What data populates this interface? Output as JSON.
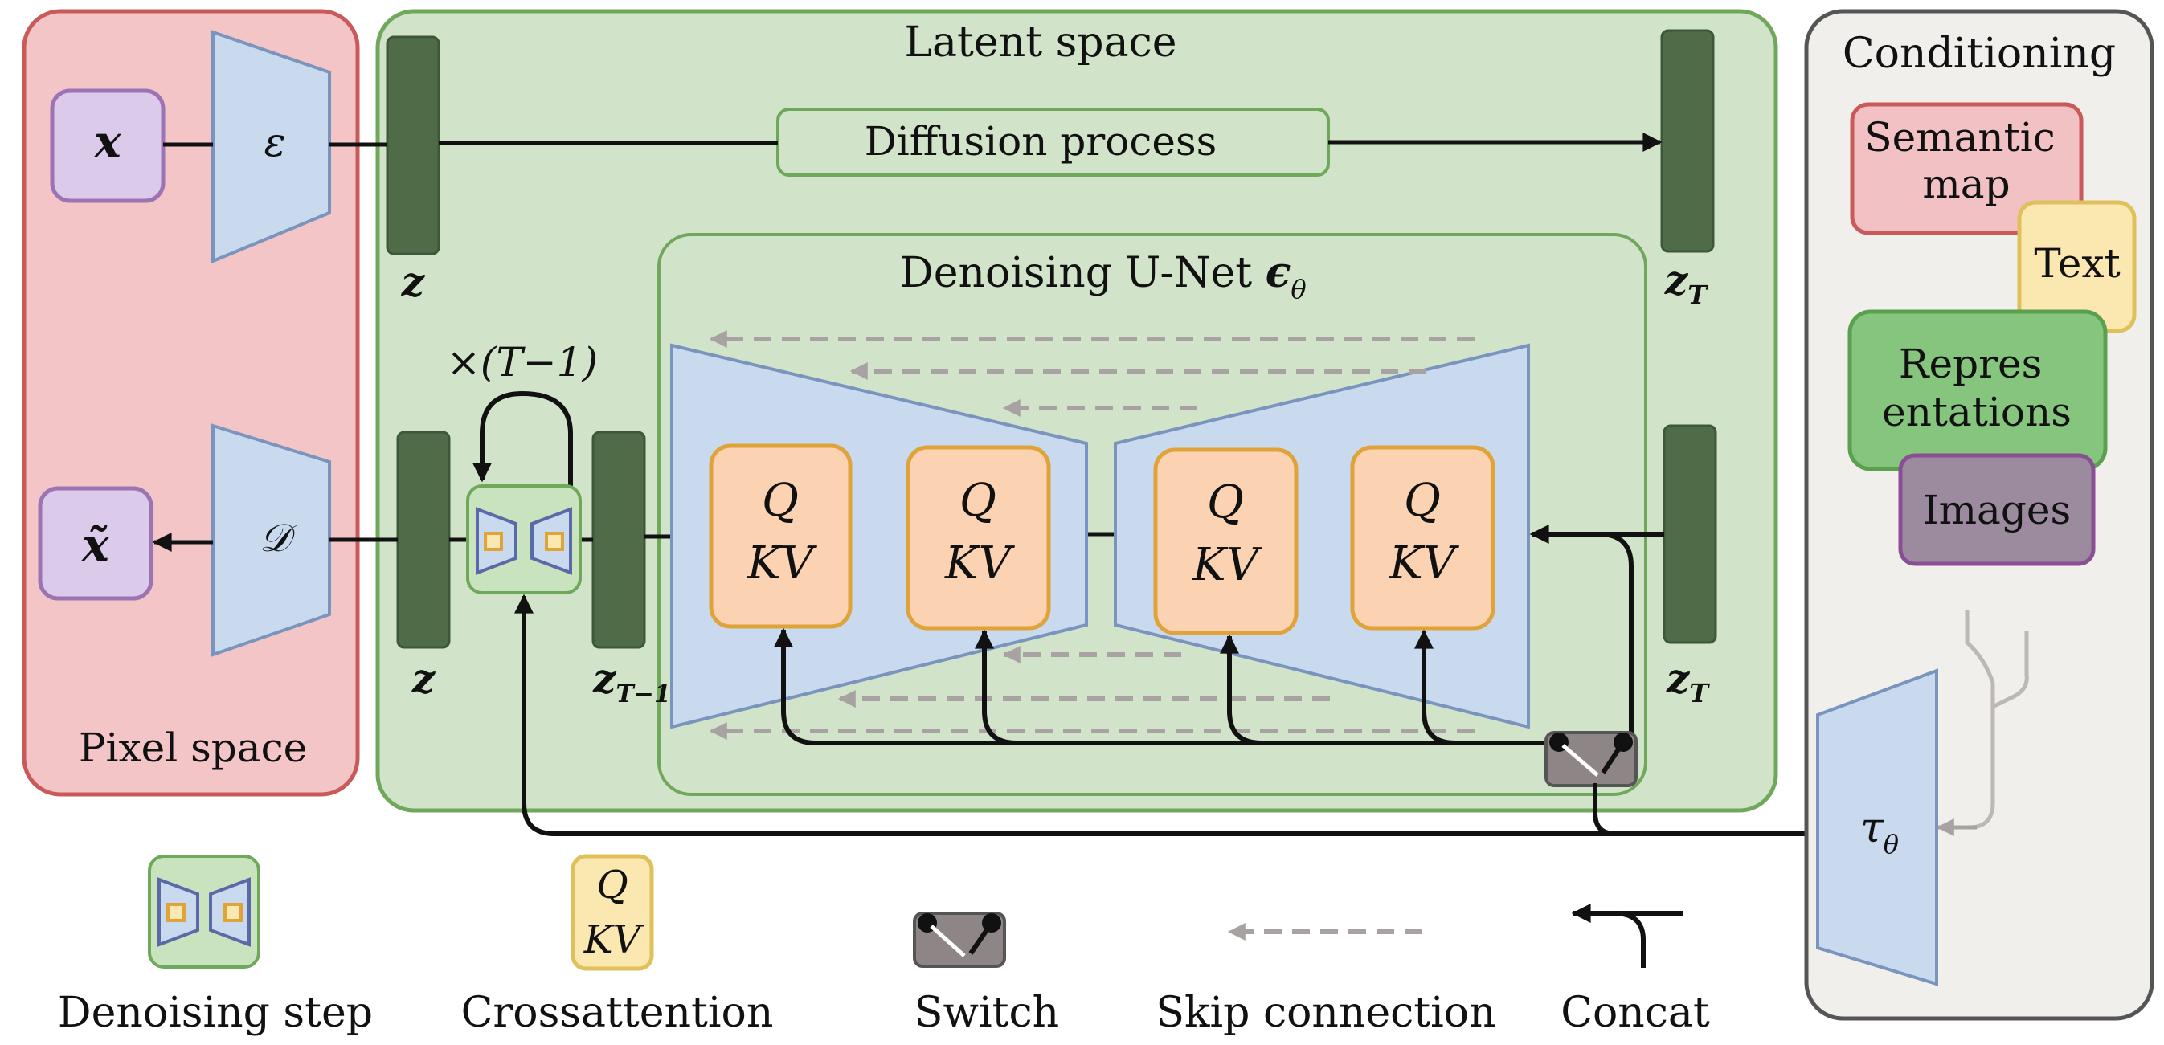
{
  "pixel_space": {
    "title": "Pixel space",
    "x_label": "x",
    "x_tilde_label": "x̃",
    "encoder_label": "ε",
    "decoder_label": "𝒟"
  },
  "latent_space": {
    "title": "Latent space",
    "diffusion_process": "Diffusion process",
    "z_label": "z",
    "zT_main": "z",
    "zT_sub": "T",
    "z_tm1_main": "z",
    "z_tm1_sub": "T−1",
    "repeat_label": "×(T−1)"
  },
  "unet": {
    "title_text": "Denoising U-Net ",
    "title_symbol": "ϵ",
    "title_sub": "θ",
    "attention_blocks": [
      {
        "q": "Q",
        "kv": "KV"
      },
      {
        "q": "Q",
        "kv": "KV"
      },
      {
        "q": "Q",
        "kv": "KV"
      },
      {
        "q": "Q",
        "kv": "KV"
      }
    ]
  },
  "conditioning": {
    "title": "Conditioning",
    "semantic_map_line1": "Semantic",
    "semantic_map_line2": "map",
    "text": "Text",
    "representations_line1": "Repres",
    "representations_line2": "entations",
    "images": "Images",
    "tau_main": "τ",
    "tau_sub": "θ"
  },
  "legend": {
    "denoising_step": "Denoising step",
    "crossattention": "Crossattention",
    "crossattention_q": "Q",
    "crossattention_kv": "KV",
    "switch": "Switch",
    "skip_connection": "Skip connection",
    "concat": "Concat"
  },
  "colors": {
    "pixel_bg": "#f4c5c6",
    "pixel_border": "#c95a5a",
    "latent_bg": "#d1e3c8",
    "latent_border": "#6fa85a",
    "block_dark": "#4f6b48",
    "trapezoid_fill": "#c9d9ee",
    "trapezoid_stroke": "#7a95bd",
    "attention_fill": "#fbd3b2",
    "attention_stroke": "#e0a33a",
    "x_fill": "#dccaea",
    "x_stroke": "#9c74b4",
    "semantic_fill": "#f2c1c4",
    "text_fill": "#fbe8b0",
    "representations_fill": "#86c57e",
    "images_fill": "#9c8a9e",
    "conditioning_bg": "#f1efec",
    "skip_arrow": "#a8a3a2"
  }
}
